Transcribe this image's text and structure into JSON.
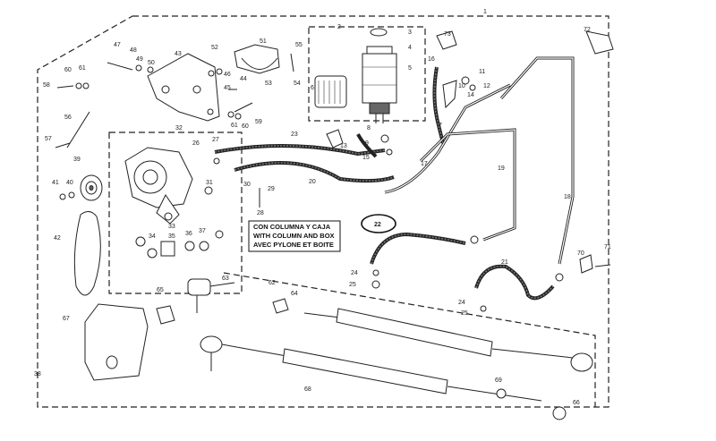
{
  "note": {
    "line1": "CON COLUMNA Y CAJA",
    "line2": "WITH COLUMN AND BOX",
    "line3": "AVEC PYLONE ET BOITE"
  },
  "highlight_label": "22",
  "labels": {
    "l1": "1",
    "l2": "2",
    "l3": "3",
    "l4": "4",
    "l5": "5",
    "l6": "6",
    "l7": "7",
    "l8": "8",
    "l9": "9",
    "l10": "10",
    "l11": "11",
    "l12": "12",
    "l13": "13",
    "l14": "14",
    "l15": "15",
    "l16": "16",
    "l17": "17",
    "l18": "18",
    "l19": "19",
    "l20": "20",
    "l21": "21",
    "l23": "23",
    "l24a": "24",
    "l24b": "24",
    "l25a": "25",
    "l25b": "25",
    "l26": "26",
    "l27": "27",
    "l28": "28",
    "l29": "29",
    "l30": "30",
    "l31": "31",
    "l32": "32",
    "l33": "33",
    "l34": "34",
    "l35": "35",
    "l36": "36",
    "l37": "37",
    "l38": "38",
    "l39": "39",
    "l40": "40",
    "l41": "41",
    "l42": "42",
    "l43": "43",
    "l44": "44",
    "l45": "45",
    "l46": "46",
    "l47": "47",
    "l48": "48",
    "l49": "49",
    "l50": "50",
    "l51": "51",
    "l52": "52",
    "l53": "53",
    "l54": "54",
    "l55": "55",
    "l56": "56",
    "l57": "57",
    "l58": "58",
    "l59": "59",
    "l60a": "60",
    "l60b": "60",
    "l61a": "61",
    "l61b": "61",
    "l62": "62",
    "l63": "63",
    "l64": "64",
    "l65": "65",
    "l66": "66",
    "l67": "67",
    "l68": "68",
    "l69": "69",
    "l70": "70",
    "l71": "71",
    "l72": "72",
    "l73": "73"
  }
}
